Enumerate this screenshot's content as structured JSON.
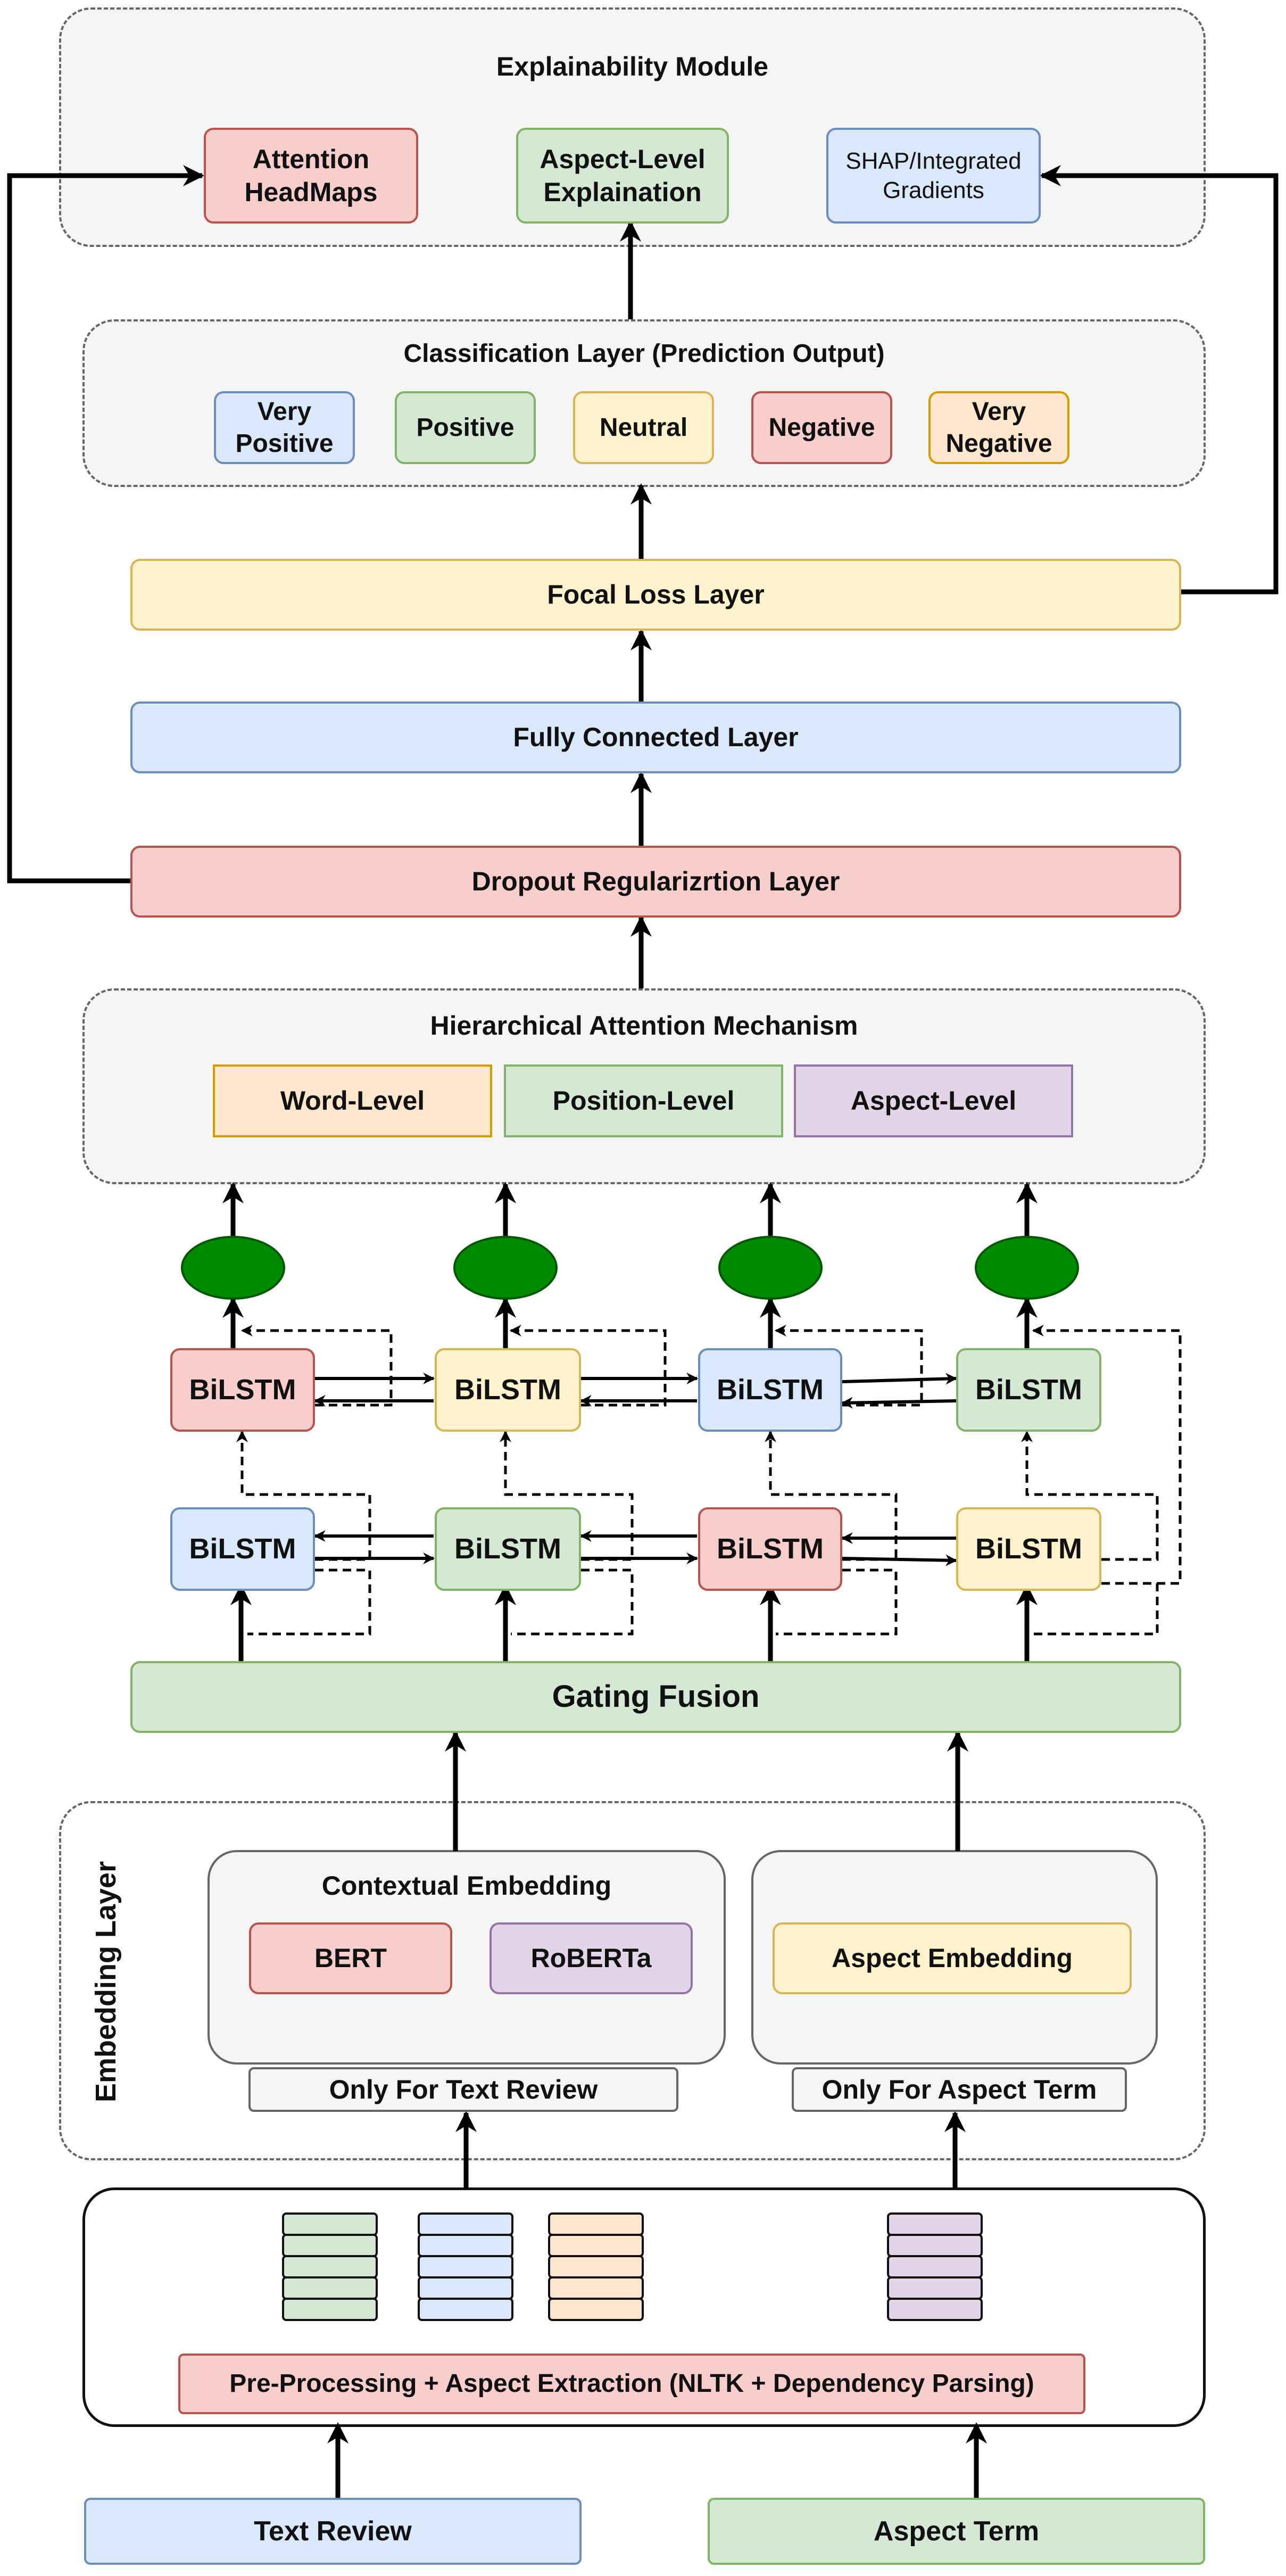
{
  "explainability": {
    "title": "Explainability Module",
    "attention": "Attention HeadMaps",
    "aspect_level": "Aspect-Level Explaination",
    "shap": "SHAP/Integrated Gradients"
  },
  "classification": {
    "title": "Classification Layer (Prediction Output)",
    "classes": [
      "Very Positive",
      "Positive",
      "Neutral",
      "Negative",
      "Very Negative"
    ]
  },
  "focal_loss": "Focal Loss Layer",
  "fully_connected": "Fully Connected Layer",
  "dropout": "Dropout Regularizrtion Layer",
  "attention_mechanism": {
    "title": "Hierarchical Attention Mechanism",
    "levels": [
      "Word-Level",
      "Position-Level",
      "Aspect-Level"
    ]
  },
  "bilstm_label": "BiLSTM",
  "gating_fusion": "Gating Fusion",
  "embedding": {
    "layer_label": "Embedding Layer",
    "contextual_title": "Contextual Embedding",
    "bert": "BERT",
    "roberta": "RoBERTa",
    "aspect_embedding": "Aspect Embedding",
    "only_text": "Only For Text Review",
    "only_aspect": "Only For Aspect Term"
  },
  "preprocessing": "Pre-Processing + Aspect Extraction (NLTK + Dependency Parsing)",
  "inputs": {
    "text_review": "Text Review",
    "aspect_term": "Aspect Term"
  },
  "colors": {
    "blue": "#dae8fc",
    "green": "#d5e8d4",
    "red": "#f8cecc",
    "yellow": "#fff2cc",
    "orange": "#ffe6cc",
    "purple": "#e1d5e7",
    "attention_node": "#008a00"
  }
}
